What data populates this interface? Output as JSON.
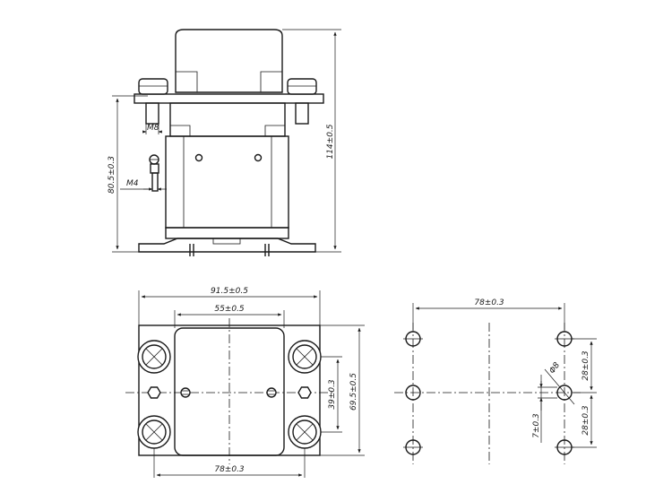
{
  "side_view": {
    "dims": {
      "height_total": "114±0.5",
      "height_terminal": "80.5±0.3",
      "thread_main": "M8",
      "thread_aux": "M4"
    }
  },
  "bottom_view": {
    "dims": {
      "overall_width": "91.5±0.5",
      "body_width": "55±0.5",
      "hole_spacing": "78±0.3",
      "terminal_spacing": "39±0.3",
      "overall_height": "69.5±0.5"
    }
  },
  "mounting_pattern": {
    "dims": {
      "hole_spacing": "78±0.3",
      "upper_offset": "28±0.3",
      "lower_offset": "28±0.3",
      "slot_width": "7±0.3",
      "hole_diameter": "Φ8"
    }
  }
}
